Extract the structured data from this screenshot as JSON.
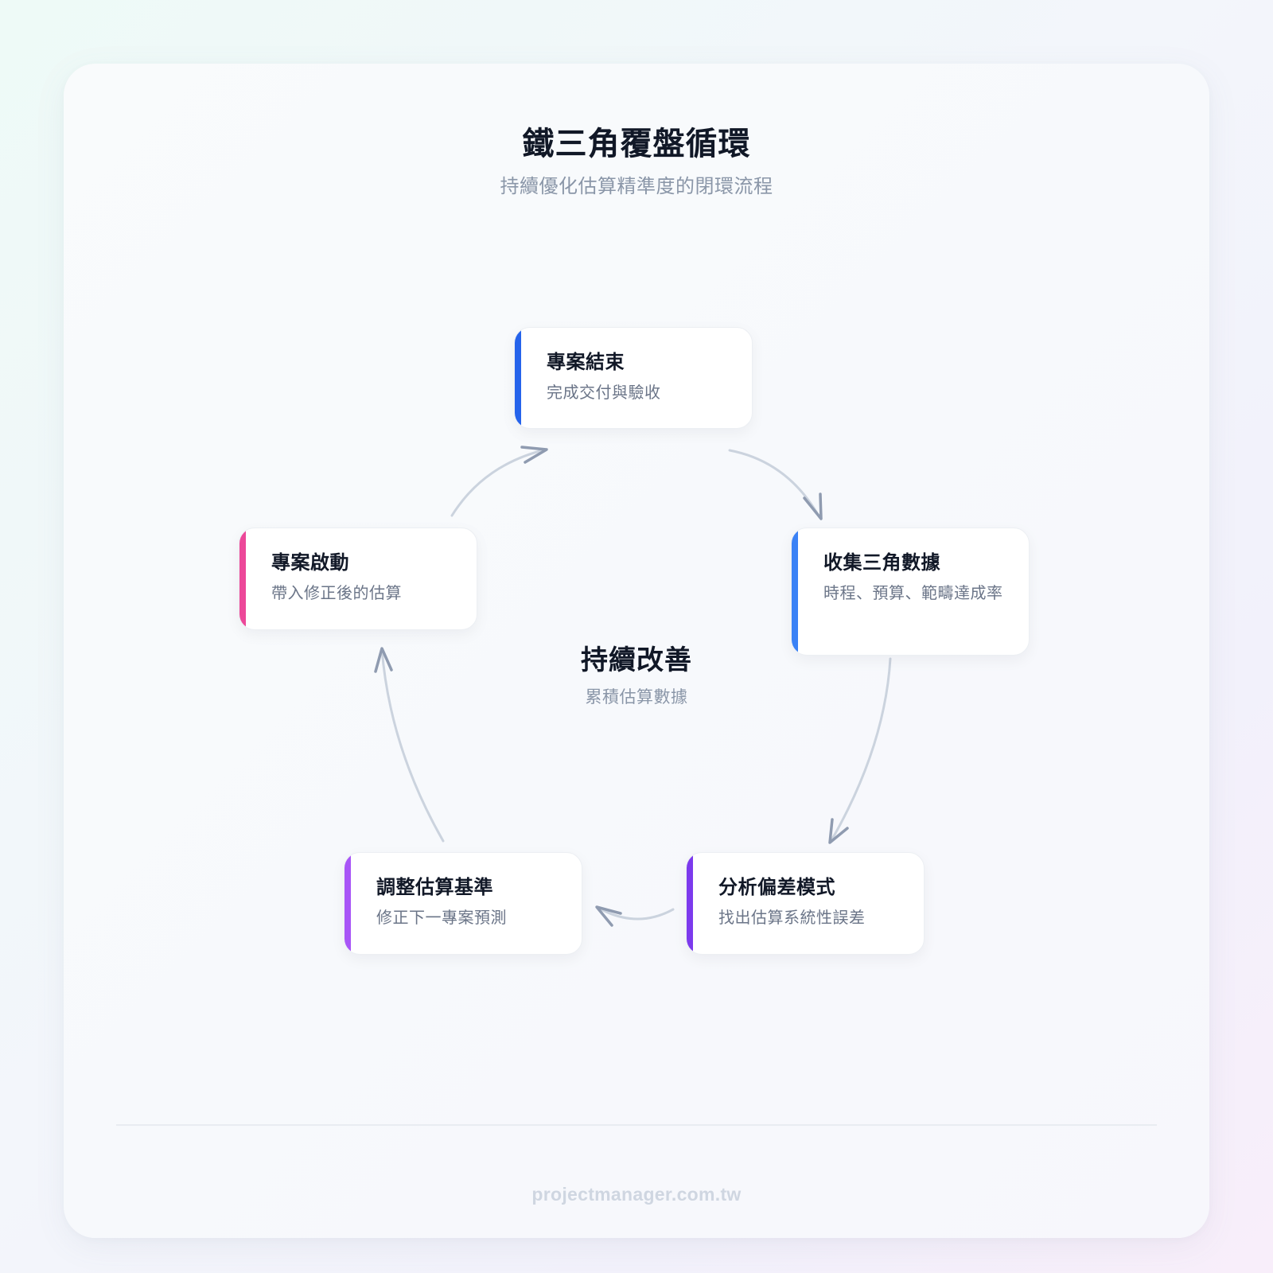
{
  "header": {
    "title": "鐵三角覆盤循環",
    "subtitle": "持續優化估算精準度的閉環流程"
  },
  "center": {
    "title": "持續改善",
    "subtitle": "累積估算數據"
  },
  "nodes": [
    {
      "id": "project-close",
      "title": "專案結束",
      "desc": "完成交付與驗收",
      "accent": "#2563eb"
    },
    {
      "id": "collect-data",
      "title": "收集三角數據",
      "desc": "時程、預算、範疇達成率",
      "accent": "#3b82f6"
    },
    {
      "id": "analyze-deviation",
      "title": "分析偏差模式",
      "desc": "找出估算系統性誤差",
      "accent": "#7c3aed"
    },
    {
      "id": "adjust-baseline",
      "title": "調整估算基準",
      "desc": "修正下一專案預測",
      "accent": "#a855f7"
    },
    {
      "id": "project-start",
      "title": "專案啟動",
      "desc": "帶入修正後的估算",
      "accent": "#ec4899"
    }
  ],
  "colors": {
    "arrow_stroke": "#cbd3de",
    "arrow_head": "#8f9bb0"
  },
  "footer": {
    "text": "projectmanager.com.tw"
  }
}
